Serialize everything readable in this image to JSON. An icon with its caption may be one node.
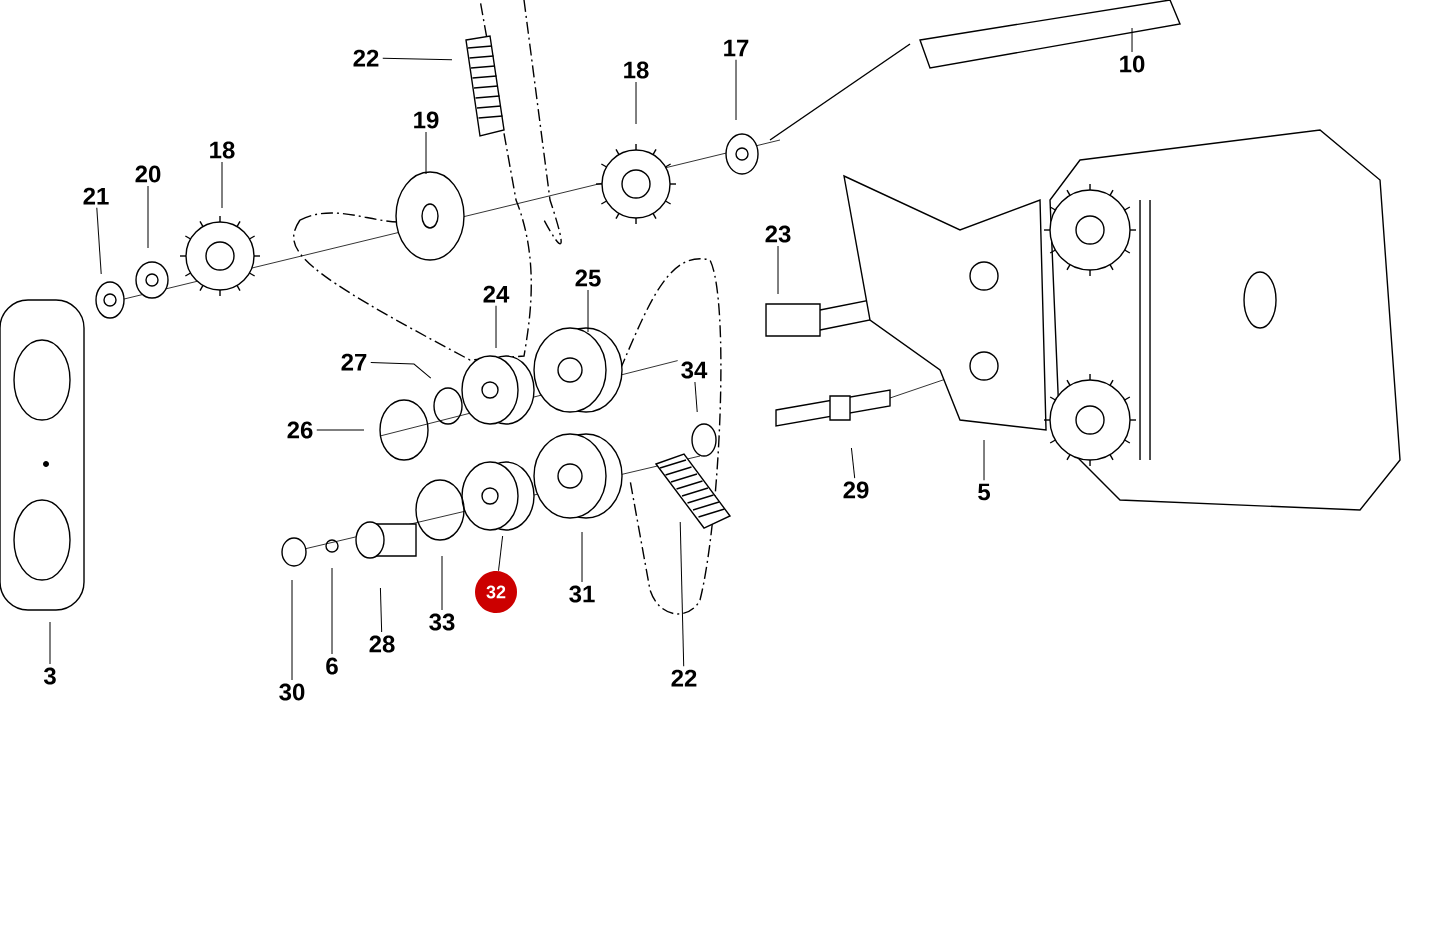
{
  "diagram": {
    "nodes": [
      {
        "text": [
          "22"
        ]
      },
      {
        "text": [
          "17"
        ]
      },
      {
        "text": [
          "10"
        ]
      },
      {
        "text": [
          "18"
        ]
      },
      {
        "text": [
          "19"
        ]
      },
      {
        "text": [
          "20"
        ]
      },
      {
        "text": [
          "18"
        ]
      },
      {
        "text": [
          "21"
        ]
      },
      {
        "text": [
          "23"
        ]
      },
      {
        "text": [
          "25"
        ]
      },
      {
        "text": [
          "24"
        ]
      },
      {
        "text": [
          "27"
        ]
      },
      {
        "text": [
          "34"
        ]
      },
      {
        "text": [
          "26"
        ]
      },
      {
        "text": [
          "29"
        ]
      },
      {
        "text": [
          "5"
        ]
      },
      {
        "text": [
          "32"
        ]
      },
      {
        "text": [
          "31"
        ]
      },
      {
        "text": [
          "33"
        ]
      },
      {
        "text": [
          "28"
        ]
      },
      {
        "text": [
          "6"
        ]
      },
      {
        "text": [
          "3"
        ]
      },
      {
        "text": [
          "22"
        ]
      },
      {
        "text": [
          "30"
        ]
      }
    ],
    "edges": [
      {
        "from": 0,
        "to": null,
        "arrow": "none"
      },
      {
        "from": 1,
        "to": null,
        "arrow": "none"
      },
      {
        "from": 2,
        "to": null,
        "arrow": "none"
      },
      {
        "from": 3,
        "to": null,
        "arrow": "none"
      },
      {
        "from": 4,
        "to": null,
        "arrow": "none"
      },
      {
        "from": 5,
        "to": null,
        "arrow": "none"
      },
      {
        "from": 6,
        "to": null,
        "arrow": "none"
      },
      {
        "from": 7,
        "to": null,
        "arrow": "none"
      },
      {
        "from": 8,
        "to": null,
        "arrow": "none"
      },
      {
        "from": 9,
        "to": null,
        "arrow": "none"
      },
      {
        "from": 10,
        "to": null,
        "arrow": "none"
      },
      {
        "from": 11,
        "to": null,
        "arrow": "none"
      },
      {
        "from": 12,
        "to": null,
        "arrow": "none"
      },
      {
        "from": 13,
        "to": null,
        "arrow": "none"
      },
      {
        "from": 14,
        "to": null,
        "arrow": "none"
      },
      {
        "from": 15,
        "to": null,
        "arrow": "none"
      },
      {
        "from": 16,
        "to": null,
        "arrow": "none"
      },
      {
        "from": 17,
        "to": null,
        "arrow": "none"
      },
      {
        "from": 18,
        "to": null,
        "arrow": "none"
      },
      {
        "from": 19,
        "to": null,
        "arrow": "none"
      },
      {
        "from": 20,
        "to": null,
        "arrow": "none"
      },
      {
        "from": 21,
        "to": null,
        "arrow": "none"
      },
      {
        "from": 22,
        "to": null,
        "arrow": "none"
      },
      {
        "from": 23,
        "to": null,
        "arrow": "none"
      }
    ]
  }
}
